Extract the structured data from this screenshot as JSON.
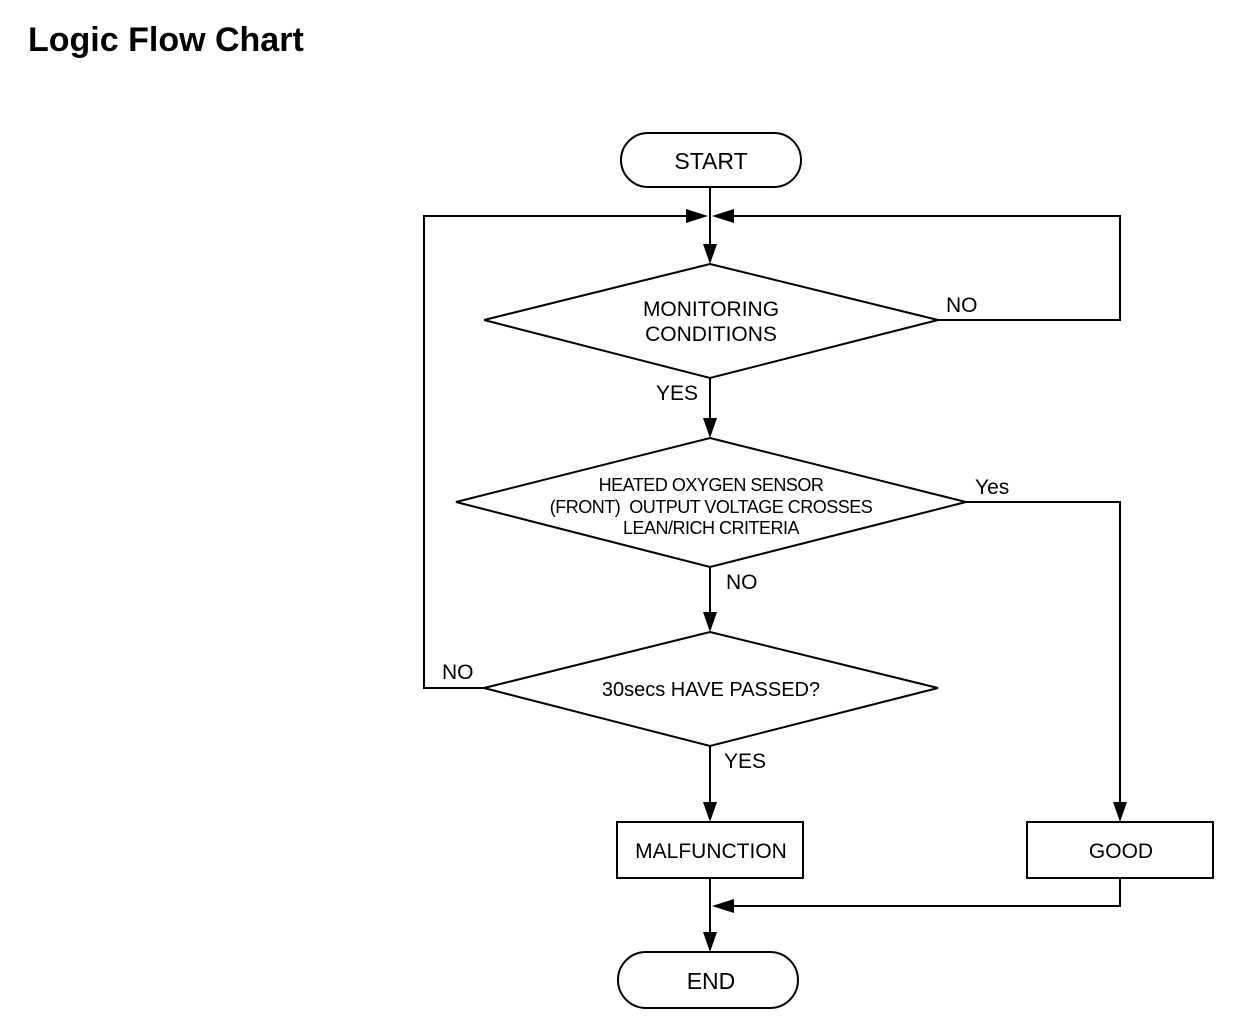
{
  "title": "Logic Flow Chart",
  "nodes": {
    "start": "START",
    "monitoring": [
      "MONITORING",
      "CONDITIONS"
    ],
    "sensor": [
      "HEATED OXYGEN SENSOR",
      "(FRONT)  OUTPUT VOLTAGE CROSSES",
      "LEAN/RICH CRITERIA"
    ],
    "timer": "30secs HAVE PASSED?",
    "malfunction": "MALFUNCTION",
    "good": "GOOD",
    "end": "END"
  },
  "edges": {
    "monitoring_no": "NO",
    "monitoring_yes": "YES",
    "sensor_yes": "Yes",
    "sensor_no": "NO",
    "timer_no": "NO",
    "timer_yes": "YES"
  }
}
